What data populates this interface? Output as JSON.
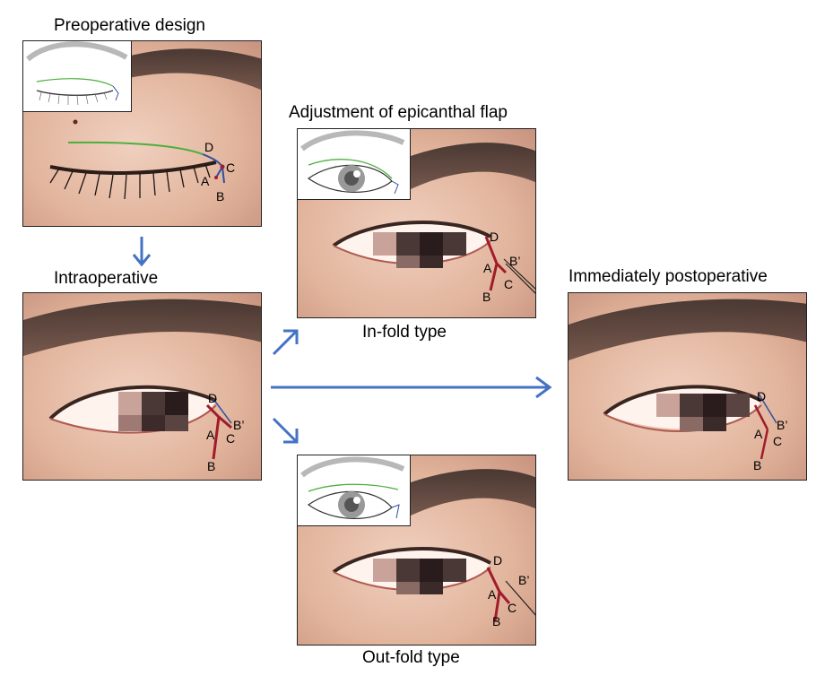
{
  "figure": {
    "captions": {
      "preoperative": "Preoperative design",
      "intraoperative": "Intraoperative",
      "adjustment": "Adjustment of epicanthal flap",
      "infold": "In-fold type",
      "outfold": "Out-fold type",
      "postoperative": "Immediately postoperative"
    },
    "points": {
      "a": "A",
      "b": "B",
      "b_prime": "B’",
      "c": "C",
      "d": "D"
    },
    "colors": {
      "arrow": "#4472c4",
      "design_line_green": "#4caf3c",
      "design_line_blue": "#2d4fa0",
      "skin": "#e9c2ac",
      "incision_red": "#a01c2c"
    }
  }
}
